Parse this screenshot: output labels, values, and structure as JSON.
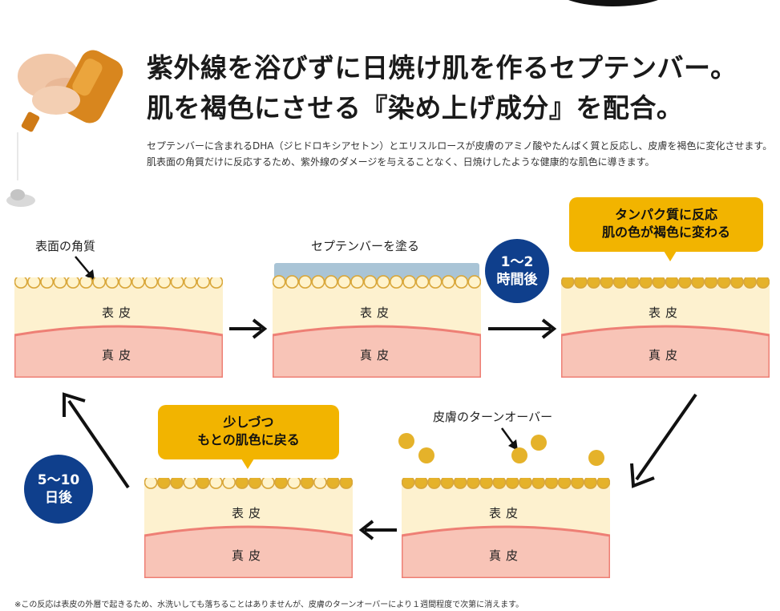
{
  "headline": {
    "line1": "紫外線を浴びずに日焼け肌を作るセプテンバー。",
    "line2": "肌を褐色にさせる『染め上げ成分』を配合。"
  },
  "intro": "セプテンバーに含まれるDHA（ジヒドロキシアセトン）とエリスルロースが皮膚のアミノ酸やたんぱく質と反応し、皮膚を褐色に変化させます。肌表面の角質だけに反応するため、紫外線のダメージを与えることなく、日焼けしたような健康的な肌色に導きます。",
  "layers": {
    "epidermis": "表皮",
    "dermis": "真皮"
  },
  "panels": {
    "p1_label": "表面の角質",
    "p2_label": "セプテンバーを塗る",
    "p5_label": "皮膚のターンオーバー"
  },
  "badges": {
    "b1": [
      "1〜2",
      "時間後"
    ],
    "b2": [
      "5〜10",
      "日後"
    ]
  },
  "bubbles": {
    "reaction": [
      "タンパク質に反応",
      "肌の色が褐色に変わる"
    ],
    "return": [
      "少しづつ",
      "もとの肌色に戻る"
    ]
  },
  "footnote": "※この反応は表皮の外層で起きるため、水洗いしても落ちることはありませんが、皮膚のターンオーバーにより１週間程度で次第に消えます。",
  "colors": {
    "epidermis": "#fdf1cf",
    "dermis": "#f8c4b7",
    "dermis_edge": "#ee7f75",
    "cell_fill_light": "#fff3cc",
    "cell_fill_tan": "#e5b22a",
    "cell_stroke": "#d9a73a",
    "coating": "#a9c4d6",
    "badge": "#0f3f8c",
    "bubble": "#f2b400"
  }
}
